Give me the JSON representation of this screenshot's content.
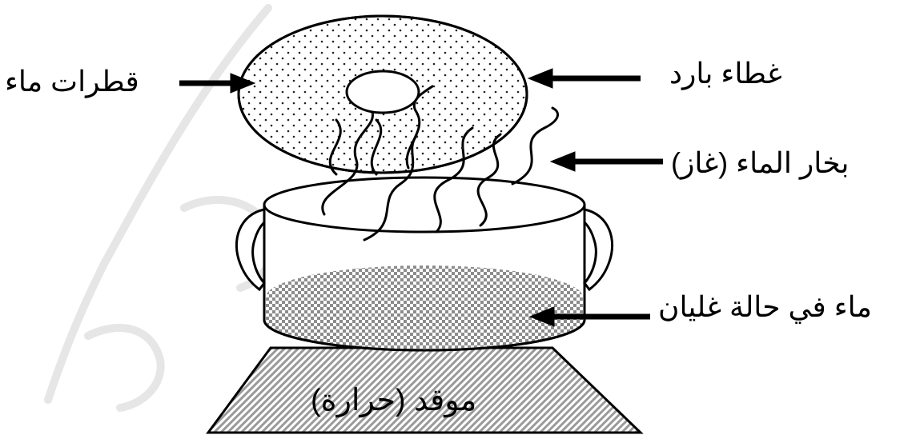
{
  "labels": {
    "water_drops": "قطرات ماء",
    "cold_lid": "غطاء بارد",
    "water_vapor": "بخار الماء (غاز)",
    "boiling_water": "ماء في حالة غليان",
    "stove": "موقد (حرارة)"
  },
  "colors": {
    "ink": "#000000",
    "background": "#ffffff",
    "pattern": "#9a9a9a",
    "watermark": "#e6e6e6"
  }
}
